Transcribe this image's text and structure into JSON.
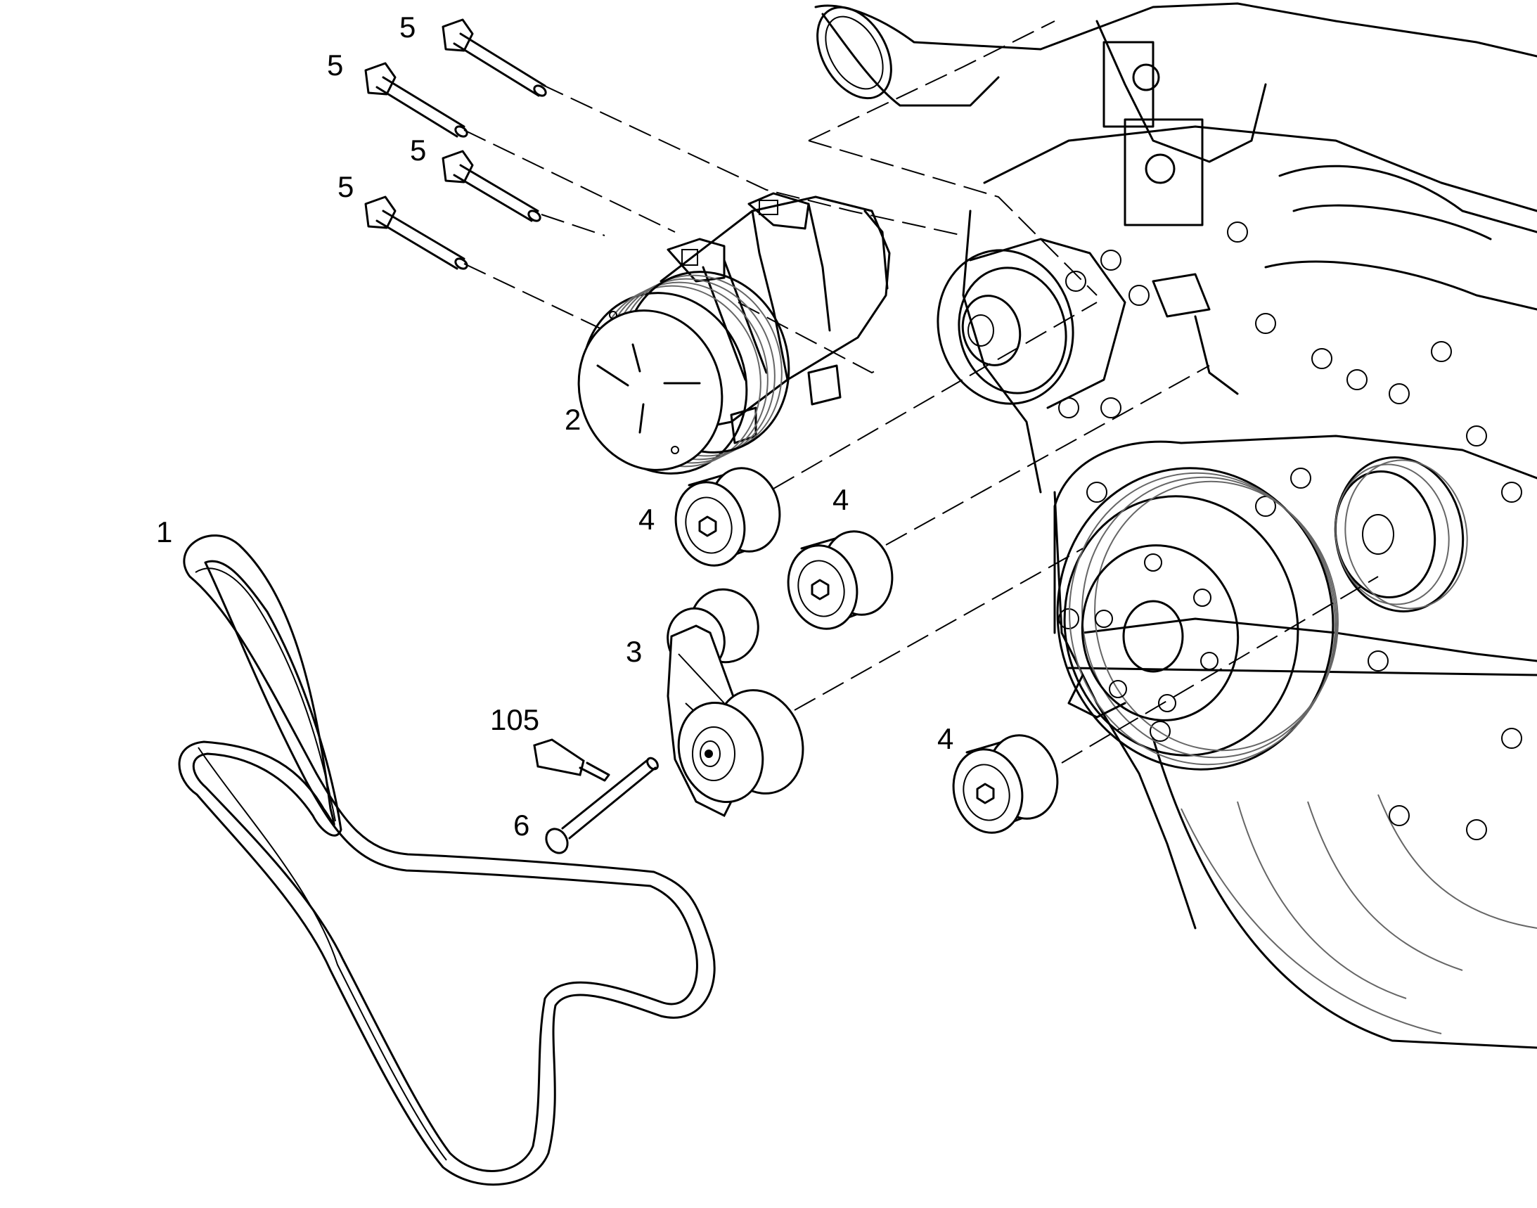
{
  "diagram": {
    "callouts": {
      "belt": "1",
      "compressor": "2",
      "tensioner": "3",
      "idler_a": "4",
      "idler_b": "4",
      "idler_c": "4",
      "bolt_a": "5",
      "bolt_b": "5",
      "bolt_c": "5",
      "bolt_d": "5",
      "screw": "6",
      "sealant": "105"
    }
  }
}
